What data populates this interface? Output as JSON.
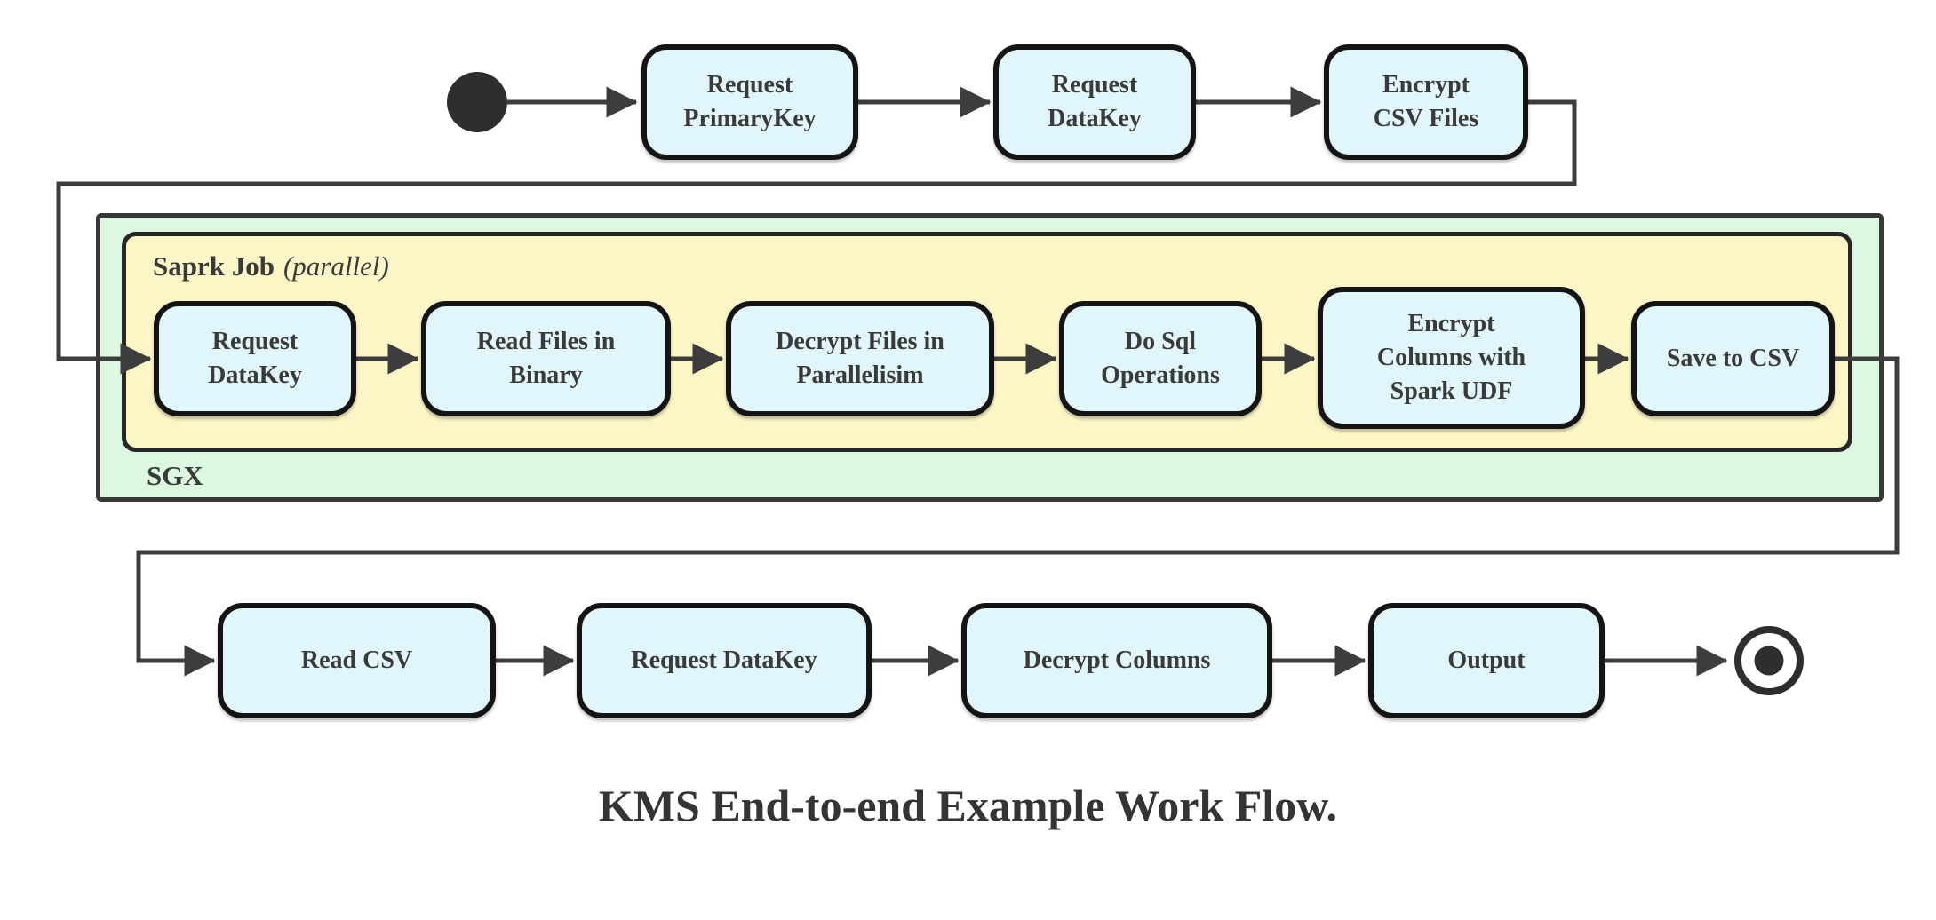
{
  "diagram": {
    "caption": "KMS End-to-end Example Work Flow.",
    "colors": {
      "node_fill": "#e1f6fa",
      "node_border": "#141414",
      "spark_container_fill": "#fcf6c6",
      "sgx_container_fill": "#ddf8e1",
      "edge": "#3d3d3d",
      "text": "#3a3a3a"
    },
    "containers": {
      "sgx": {
        "label": "SGX"
      },
      "spark": {
        "label_bold": "Saprk Job",
        "label_italic": "(parallel)"
      }
    },
    "nodes": {
      "request_primarykey": {
        "label": "Request\nPrimaryKey"
      },
      "request_datakey_top": {
        "label": "Request\nDataKey"
      },
      "encrypt_csv_files": {
        "label": "Encrypt\nCSV Files"
      },
      "request_datakey_mid": {
        "label": "Request\nDataKey"
      },
      "read_files_in_binary": {
        "label": "Read Files in\nBinary"
      },
      "decrypt_files_in_parallelisim": {
        "label": "Decrypt Files in\nParallelisim"
      },
      "do_sql_operations": {
        "label": "Do Sql\nOperations"
      },
      "encrypt_columns_with_spark_udf": {
        "label": "Encrypt\nColumns with\nSpark UDF"
      },
      "save_to_csv": {
        "label": "Save to CSV"
      },
      "read_csv": {
        "label": "Read CSV"
      },
      "request_datakey_bottom": {
        "label": "Request DataKey"
      },
      "decrypt_columns": {
        "label": "Decrypt Columns"
      },
      "output": {
        "label": "Output"
      }
    },
    "states": {
      "start": "initial-state",
      "end": "final-state"
    }
  }
}
